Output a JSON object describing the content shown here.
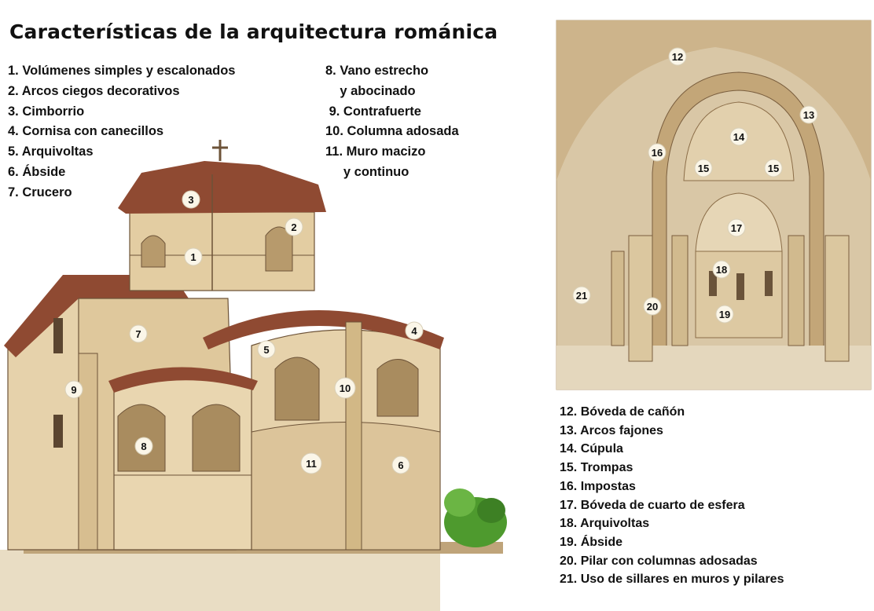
{
  "title": "Características de la arquitectura románica",
  "exterior_labels": [
    "1. Volúmenes simples y escalonados",
    "2. Arcos ciegos decorativos",
    "3. Cimborrio",
    "4. Cornisa con canecillos",
    "5. Arquivoltas",
    "6. Ábside",
    "7. Crucero",
    "8. Vano estrecho\n    y abocinado",
    " 9. Contrafuerte",
    "10. Columna adosada",
    "11. Muro macizo\n     y continuo"
  ],
  "interior_labels": [
    "12. Bóveda de cañón",
    "13. Arcos fajones",
    "14. Cúpula",
    "15. Trompas",
    "16. Impostas",
    "17. Bóveda de cuarto de esfera",
    "18. Arquivoltas",
    "19. Ábside",
    "20. Pilar con columnas adosadas",
    "21. Uso de sillares en muros y pilares"
  ],
  "markers": {
    "m1": "1",
    "m2": "2",
    "m3": "3",
    "m4": "4",
    "m5": "5",
    "m6": "6",
    "m7": "7",
    "m8": "8",
    "m9": "9",
    "m10": "10",
    "m11": "11",
    "m12": "12",
    "m13": "13",
    "m14": "14",
    "m15a": "15",
    "m15b": "15",
    "m16": "16",
    "m17": "17",
    "m18": "18",
    "m19": "19",
    "m20": "20",
    "m21": "21"
  },
  "colors": {
    "stone": "#e6d2ab",
    "stone_shadow": "#c8ae80",
    "roof": "#8f4a32",
    "line": "#6d5338",
    "interior_bg": "#d9c7a6",
    "vegetation": "#4e9a2e"
  }
}
